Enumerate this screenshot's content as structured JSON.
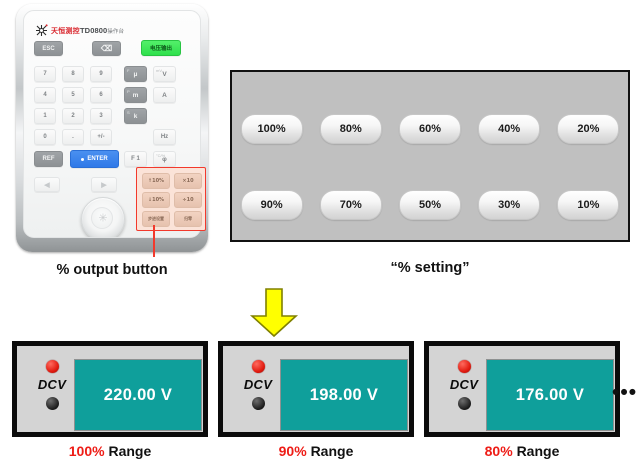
{
  "device": {
    "brand_cn": "天恒测控",
    "model": "TD0800",
    "model_sub": "操作台",
    "keys": {
      "esc": "ESC",
      "backspace": "⌫",
      "green": "电压输出",
      "num7": "7",
      "num8": "8",
      "num9": "9",
      "num4": "4",
      "num5": "5",
      "num6": "6",
      "num1": "1",
      "num2": "2",
      "num3": "3",
      "num0": "0",
      "dot": ".",
      "sign": "+/-",
      "mu": "μ",
      "volt": "V",
      "milli": "m",
      "amp": "A",
      "k": "k",
      "hz": "Hz",
      "ref": "REF",
      "enter": "ENTER",
      "f1": "F 1",
      "phi": "φ",
      "sup_mu": "F",
      "sup_volt": "mV",
      "sup_milli": "P",
      "sup_k": "S",
      "sup_phi": "°C/%",
      "nav_left": "◀",
      "nav_right": "▶"
    },
    "pct_keys": {
      "up10": "↑10%",
      "mul10": "×10",
      "down10": "↓10%",
      "div10": "÷10",
      "reset": "步进设置",
      "confirm": "归零"
    }
  },
  "captions": {
    "left": "% output button",
    "right": "“% setting”"
  },
  "pct_panel": {
    "row1": [
      "100%",
      "80%",
      "60%",
      "40%",
      "20%"
    ],
    "row2": [
      "90%",
      "70%",
      "50%",
      "30%",
      "10%"
    ]
  },
  "meters": [
    {
      "mode": "DCV",
      "value": "220.00 V",
      "range_pct": "100%",
      "range_word": "Range"
    },
    {
      "mode": "DCV",
      "value": "198.00 V",
      "range_pct": "90%",
      "range_word": "Range"
    },
    {
      "mode": "DCV",
      "value": "176.00 V",
      "range_pct": "80%",
      "range_word": "Range"
    }
  ],
  "ellipsis": "•••",
  "colors": {
    "accent_red": "#f2392c",
    "screen_teal": "#0f9f9b",
    "arrow_yellow": "#ffff00",
    "panel_gray": "#c0c0c0"
  }
}
